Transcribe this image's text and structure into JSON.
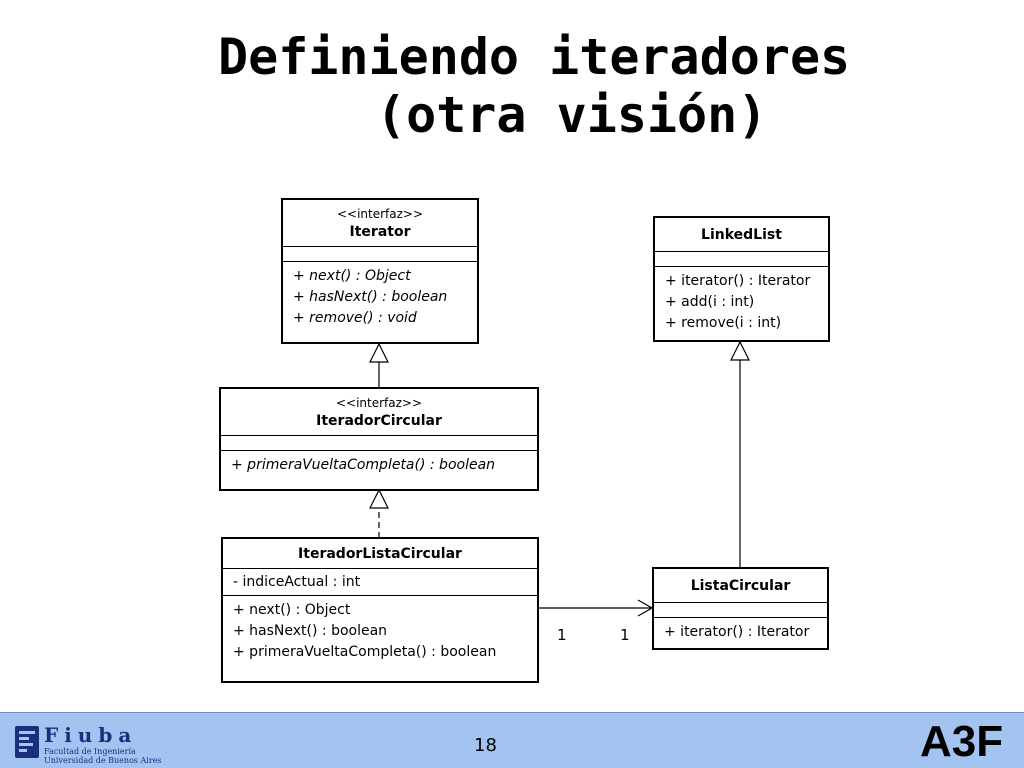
{
  "slide": {
    "title_line1": "Definiendo iteradores",
    "title_line2": "(otra visión)"
  },
  "diagram": {
    "classes": {
      "iterator": {
        "stereotype": "<<interfaz>>",
        "name": "Iterator",
        "operations": [
          "+ next() : Object",
          "+ hasNext() : boolean",
          "+ remove() : void"
        ]
      },
      "iterador_circular": {
        "stereotype": "<<interfaz>>",
        "name": "IteradorCircular",
        "operations": [
          "+ primeraVueltaCompleta() : boolean"
        ]
      },
      "iterador_lista_circular": {
        "name": "IteradorListaCircular",
        "attributes": [
          "- indiceActual : int"
        ],
        "operations": [
          "+ next() : Object",
          "+ hasNext() : boolean",
          "+ primeraVueltaCompleta() : boolean"
        ]
      },
      "linked_list": {
        "name": "LinkedList",
        "operations": [
          "+ iterator() : Iterator",
          "+ add(i : int)",
          "+ remove(i : int)"
        ]
      },
      "lista_circular": {
        "name": "ListaCircular",
        "operations": [
          "+ iterator() : Iterator"
        ]
      }
    },
    "association": {
      "multiplicity_source": "1",
      "multiplicity_target": "1"
    }
  },
  "footer": {
    "logo_brand": "Fiuba",
    "logo_line1": "Facultad de Ingeniería",
    "logo_line2": "Universidad de Buenos Aires",
    "page_number": "18",
    "course_code": "A3F",
    "background_color": "#a3c4f0"
  }
}
